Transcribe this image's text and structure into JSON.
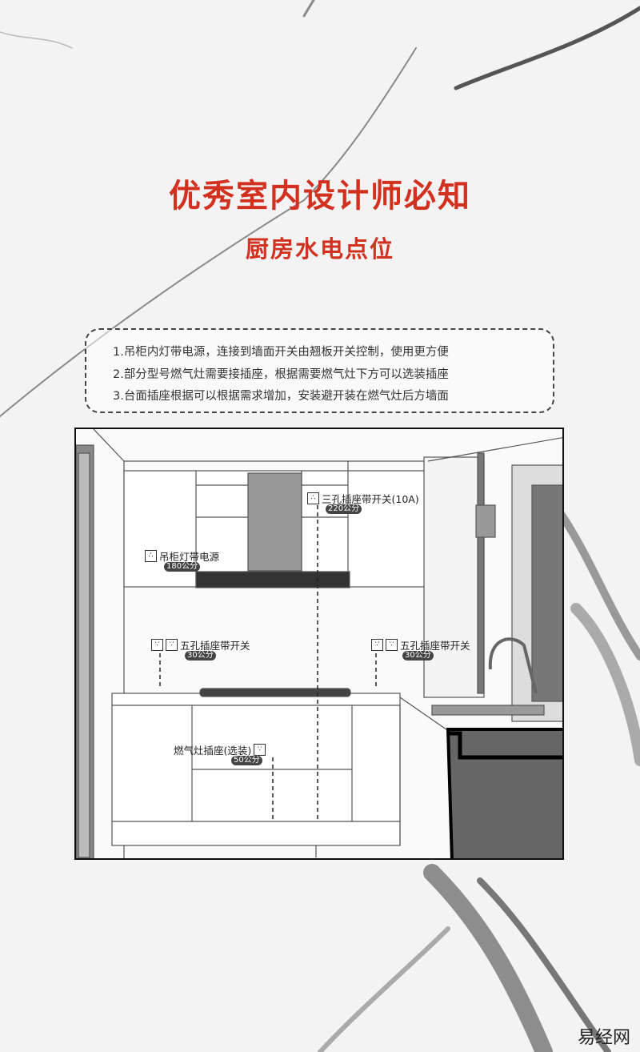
{
  "header": {
    "title": "优秀室内设计师必知",
    "subtitle": "厨房水电点位"
  },
  "notes": [
    "1.吊柜内灯带电源，连接到墙面开关由翘板开关控制，使用更方便",
    "2.部分型号燃气灶需要接插座，根据需要燃气灶下方可以选装插座",
    "3.台面插座根据可以根据需求增加，安装避开装在燃气灶后方墙面"
  ],
  "diagram": {
    "points": [
      {
        "label": "三孔插座带开关(10A)",
        "height": "220公分"
      },
      {
        "label": "吊柜灯带电源",
        "height": "180公分"
      },
      {
        "label": "五孔插座带开关",
        "height": "30公分"
      },
      {
        "label": "五孔插座带开关",
        "height": "30公分"
      },
      {
        "label": "燃气灶插座(选装)",
        "height": "50公分"
      }
    ]
  },
  "watermark": "易经网",
  "colors": {
    "accent": "#d3311f"
  }
}
